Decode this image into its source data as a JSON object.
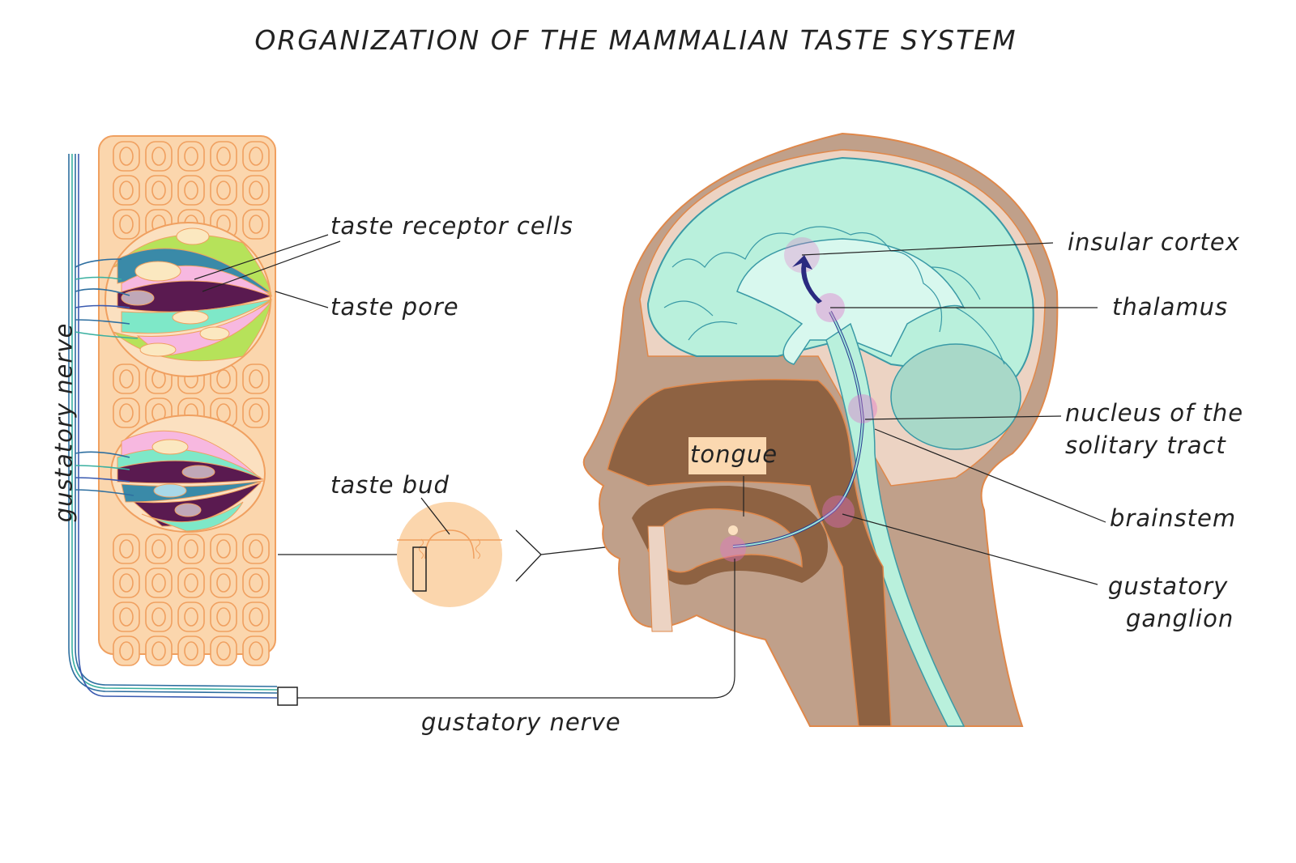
{
  "title": "ORGANIZATION OF THE MAMMALIAN TASTE SYSTEM",
  "labels": {
    "taste_receptor_cells": "taste receptor cells",
    "taste_pore": "taste pore",
    "taste_bud": "taste bud",
    "gustatory_nerve_vertical": "gustatory nerve",
    "gustatory_nerve_bottom": "gustatory nerve",
    "tongue": "tongue",
    "insular_cortex": "insular cortex",
    "thalamus": "thalamus",
    "nucleus_line1": "nucleus of the",
    "nucleus_line2": "solitary tract",
    "brainstem": "brainstem",
    "ganglion_line1": "gustatory",
    "ganglion_line2": "ganglion"
  },
  "colors": {
    "tissue": "#fbd6ad",
    "tissue_outline": "#f0a060",
    "nerve": "#2e6fa0",
    "brain": "#b9f0dc",
    "brain_outline": "#3a9aa6",
    "head": "#c0a08a",
    "head_outline": "#e0884a",
    "cavity": "#8e6242",
    "highlight": "#e070c8",
    "arrow": "#2a2a80"
  }
}
